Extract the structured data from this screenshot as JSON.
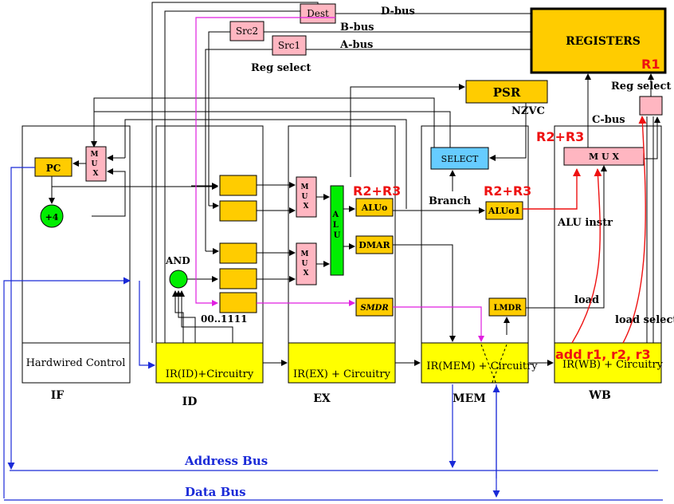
{
  "registers": {
    "title": "REGISTERS",
    "dest_reg": "R1"
  },
  "buses": {
    "d_bus": "D-bus",
    "b_bus": "B-bus",
    "a_bus": "A-bus",
    "c_bus": "C-bus",
    "address_bus": "Address Bus",
    "data_bus": "Data Bus"
  },
  "selectors": {
    "dest": "Dest",
    "src2": "Src2",
    "src1": "Src1",
    "reg_select": "Reg select",
    "reg_select_wb": "Reg select"
  },
  "psr": {
    "title": "PSR",
    "flags": "NZVC",
    "select": "SELECT",
    "branch": "Branch"
  },
  "stages": {
    "if": "IF",
    "id": "ID",
    "ex": "EX",
    "mem": "MEM",
    "wb": "WB"
  },
  "units": {
    "pc": "PC",
    "plus4": "+4",
    "mux_letters": [
      "M",
      "U",
      "X"
    ],
    "mux_wb": "M U X",
    "and_gate": "AND",
    "constant": "00..1111",
    "alu_letters": [
      "A",
      "L",
      "U"
    ],
    "aluo": "ALUo",
    "dmar": "DMAR",
    "smdr": "SMDR",
    "aluo1": "ALUo1",
    "lmdr": "LMDR"
  },
  "controls": {
    "hardwired": "Hardwired Control",
    "ir_id": "IR(ID)+Circuitry",
    "ir_ex": "IR(EX) + Circuitry",
    "ir_mem": "IR(MEM) + Circuitry",
    "ir_wb": "IR(WB) + Circuitry"
  },
  "annotations": {
    "alu_instr": "ALU instr",
    "load": "load",
    "load_select": "load select",
    "r2_r3_ex": "R2+R3",
    "r2_r3_mem": "R2+R3",
    "r2_r3_wb": "R2+R3",
    "instruction": "add r1, r2, r3"
  },
  "colors": {
    "yellow": "#ffff00",
    "gold": "#ffcc00",
    "pink": "#ffb6c1",
    "green": "#00ee00",
    "blue_box": "#66ccff",
    "bus_blue": "#1a2ad8",
    "red": "#ee1111",
    "magenta": "#e01ee0"
  }
}
